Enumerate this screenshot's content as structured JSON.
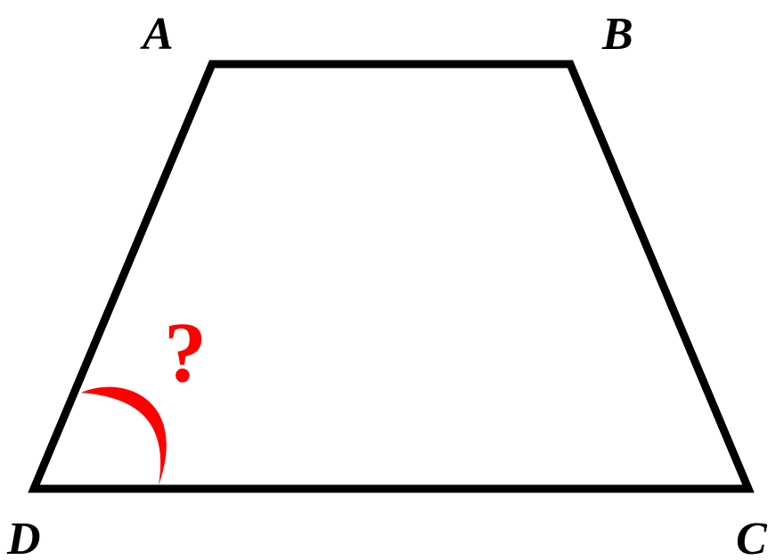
{
  "diagram": {
    "vertices": {
      "A": {
        "label": "A"
      },
      "B": {
        "label": "B"
      },
      "C": {
        "label": "C"
      },
      "D": {
        "label": "D"
      }
    },
    "unknown_angle": {
      "vertex": "D",
      "label": "?"
    }
  },
  "colors": {
    "stroke": "#000000",
    "highlight": "#ff0000",
    "background": "#ffffff"
  }
}
